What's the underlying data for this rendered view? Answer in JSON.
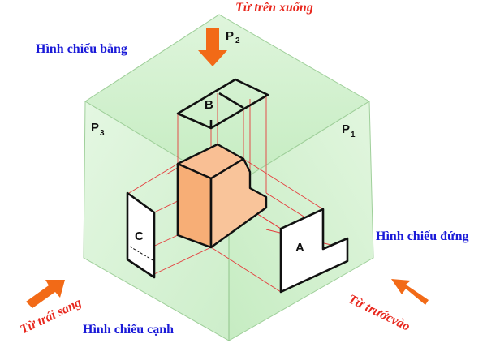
{
  "views": {
    "top": "Hình chiếu bằng",
    "front": "Hình chiếu đứng",
    "side": "Hình chiếu cạnh"
  },
  "directions": {
    "from_top": "Từ trên xuống",
    "from_front": "Từ  trướcvào",
    "from_left": "Từ trái sang"
  },
  "planes": {
    "p1": {
      "letter": "P",
      "sub": "1"
    },
    "p2": {
      "letter": "P",
      "sub": "2"
    },
    "p3": {
      "letter": "P",
      "sub": "3"
    }
  },
  "projections": {
    "a": "A",
    "b": "B",
    "c": "C"
  },
  "colors": {
    "plane_fill": "#c9f0c6",
    "object_fill": "#f9bf94",
    "projector_line": "#e53b3b",
    "arrow": "#f26a17",
    "label_blue": "#1a1ad8",
    "label_red": "#e8281e"
  }
}
